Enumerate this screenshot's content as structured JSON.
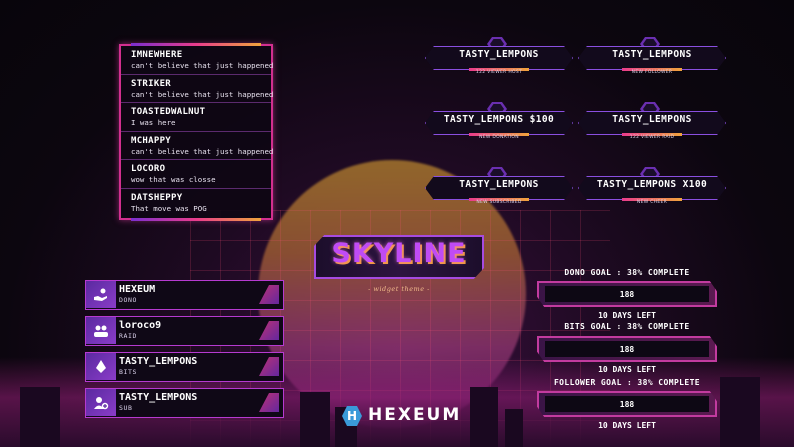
{
  "chat": {
    "messages": [
      {
        "user": "IMNEWHERE",
        "text": "can't believe that just happened"
      },
      {
        "user": "STRIKER",
        "text": "can't believe that just happened"
      },
      {
        "user": "TOASTEDWALNUT",
        "text": "I was here"
      },
      {
        "user": "MCHAPPY",
        "text": "can't believe that just happened"
      },
      {
        "user": "LOCORO",
        "text": "wow that was closse"
      },
      {
        "user": "DATSHEPPY",
        "text": "That move was POG"
      }
    ]
  },
  "alerts": [
    {
      "title": "TASTY_LEMPONS",
      "sub": "122 VIEWER HOST"
    },
    {
      "title": "TASTY_LEMPONS",
      "sub": "NEW FOLLOWER"
    },
    {
      "title": "TASTY_LEMPONS $100",
      "sub": "NEW DONATION"
    },
    {
      "title": "TASTY_LEMPONS",
      "sub": "122 VIEWER RAID"
    },
    {
      "title": "TASTY_LEMPONS",
      "sub": "NEW SUBSCRIBED"
    },
    {
      "title": "TASTY_LEMPONS X100",
      "sub": "NEW CHEER"
    }
  ],
  "logo": {
    "title": "SKYLINE",
    "subtitle": "- widget theme -"
  },
  "events": [
    {
      "name": "HEXEUM",
      "type": "DONO",
      "icon": "hand-coin-icon"
    },
    {
      "name": "loroco9",
      "type": "RAID",
      "icon": "group-icon"
    },
    {
      "name": "TASTY_LEMPONS",
      "type": "BITS",
      "icon": "bits-gem-icon"
    },
    {
      "name": "TASTY_LEMPONS",
      "type": "SUB",
      "icon": "user-plus-icon"
    }
  ],
  "goals": [
    {
      "title": "DONO GOAL : 38% COMPLETE",
      "value": "188",
      "remaining": "10 DAYS LEFT",
      "progress": 0.38
    },
    {
      "title": "BITS GOAL : 38% COMPLETE",
      "value": "188",
      "remaining": "10 DAYS LEFT",
      "progress": 0.38
    },
    {
      "title": "FOLLOWER GOAL : 38% COMPLETE",
      "value": "188",
      "remaining": "10 DAYS LEFT",
      "progress": 0.38
    }
  ],
  "brand": {
    "name": "HEXEUM",
    "icon_letter": "H"
  },
  "colors": {
    "accent_pink": "#e93c8c",
    "accent_purple": "#8a4fe0",
    "accent_orange": "#f0a43c",
    "sun": "#f0b233"
  }
}
